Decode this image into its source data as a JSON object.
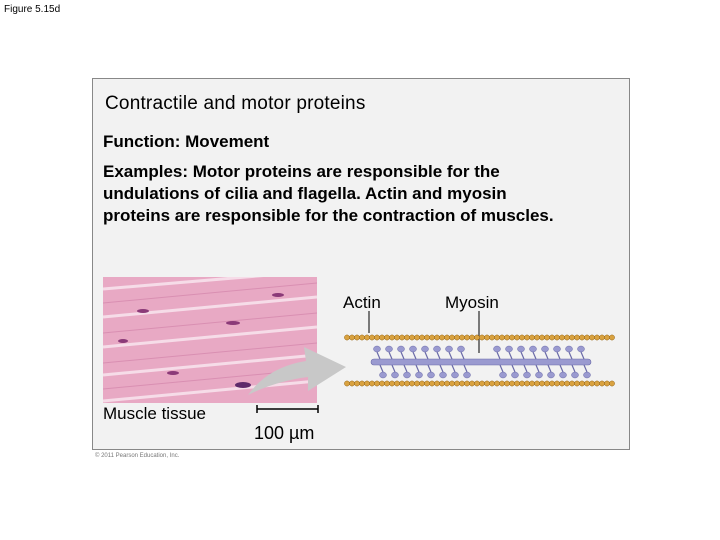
{
  "figure_label": "Figure 5.15d",
  "panel": {
    "title": "Contractile and motor proteins",
    "function": "Function: Movement",
    "examples": "Examples: Motor proteins are responsible for the undulations of cilia and flagella. Actin and myosin proteins are responsible for the contraction of muscles."
  },
  "illustration": {
    "muscle_label": "Muscle tissue",
    "scale_label": "100 µm",
    "actin_label": "Actin",
    "myosin_label": "Myosin"
  },
  "colors": {
    "muscle_tissue": "#e8a9c4",
    "actin_bead": "#d9a240",
    "myosin": "#9a9ad0",
    "arrow": "#c8c8c8"
  },
  "copyright": "© 2011 Pearson Education, Inc."
}
